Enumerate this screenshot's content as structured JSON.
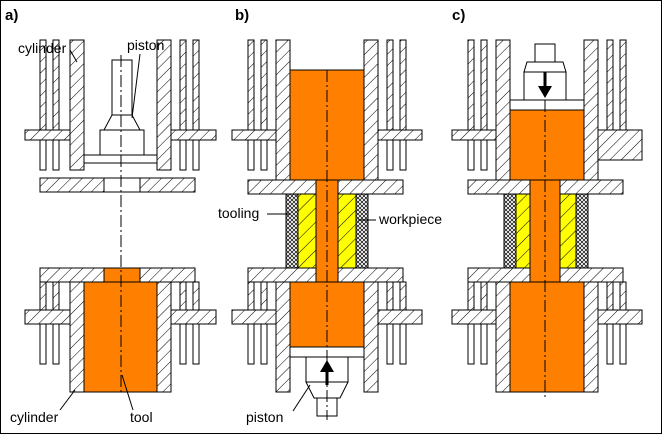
{
  "panels": {
    "a": {
      "label": "a)",
      "cylinder_top_label": "cylinder",
      "piston_label": "piston",
      "cylinder_bottom_label": "cylinder",
      "tool_label": "tool"
    },
    "b": {
      "label": "b)",
      "tooling_label": "tooling",
      "workpiece_label": "workpiece",
      "piston_label": "piston"
    },
    "c": {
      "label": "c)"
    }
  },
  "colors": {
    "tool": "#ff7f00",
    "workpiece": "#ffff00",
    "line": "#000000",
    "background": "#ffffff"
  },
  "icons": [
    "arrow-up-icon",
    "arrow-down-icon",
    "hatch-pattern",
    "crosshatch-pattern"
  ]
}
